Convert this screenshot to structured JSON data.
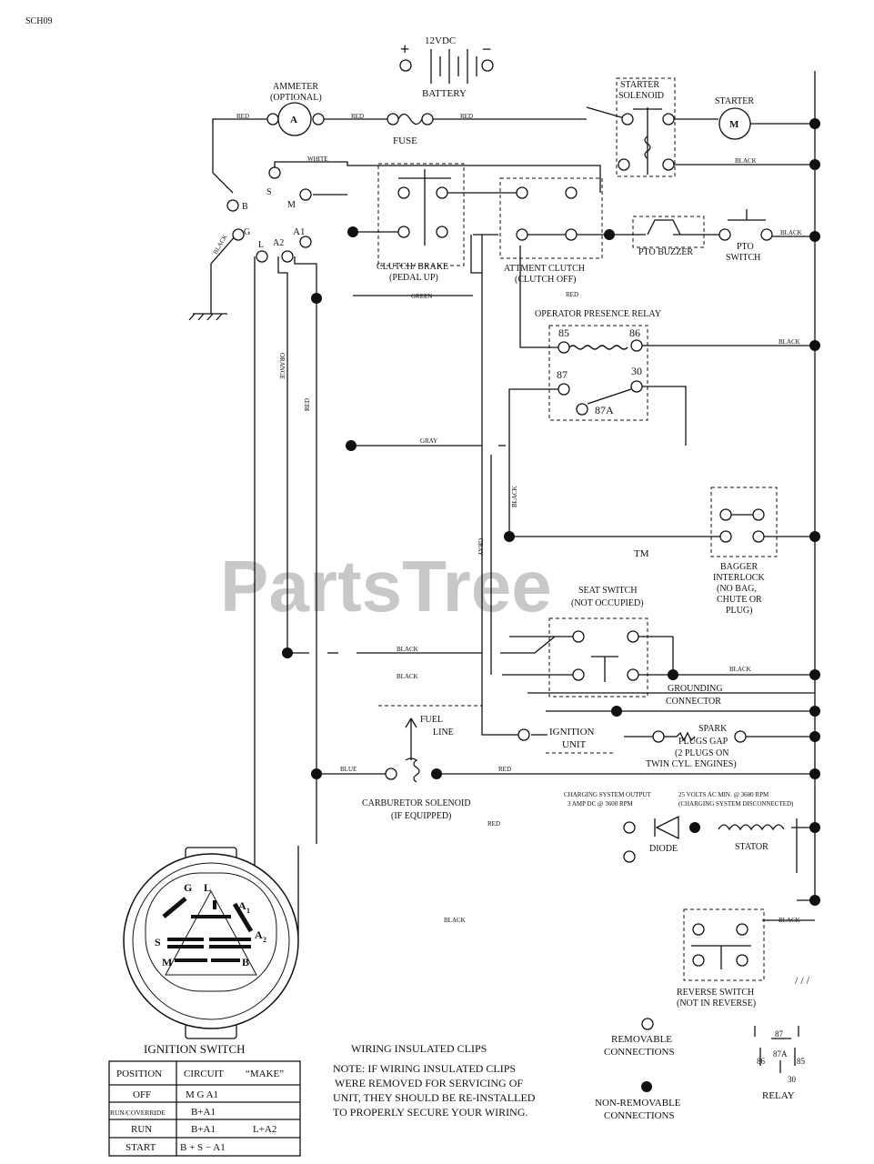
{
  "page_code": "SCH09",
  "watermark": {
    "text": "PartsTree",
    "tm": "TM"
  },
  "battery": {
    "voltage": "12VDC",
    "label": "BATTERY",
    "plus": "+",
    "minus": "−"
  },
  "components": {
    "ammeter": {
      "line1": "AMMETER",
      "line2": "(OPTIONAL)",
      "symbol": "A"
    },
    "fuse": "FUSE",
    "starter_solenoid": {
      "line1": "STARTER",
      "line2": "SOLENOID"
    },
    "starter": {
      "label": "STARTER",
      "symbol": "M"
    },
    "clutch_brake": {
      "line1": "CLUTCH/ BRAKE",
      "line2": "(PEDAL UP)"
    },
    "attment_clutch": {
      "line1": "ATTMENT CLUTCH",
      "line2": "(CLUTCH OFF)"
    },
    "pto_buzzer": "PTO BUZZER",
    "pto_switch": {
      "line1": "PTO",
      "line2": "SWITCH"
    },
    "relay_block": {
      "title": "OPERATOR PRESENCE RELAY",
      "t85": "85",
      "t86": "86",
      "t87": "87",
      "t30": "30",
      "t87a": "87A"
    },
    "bagger": {
      "line1": "BAGGER",
      "line2": "INTERLOCK",
      "line3": "(NO BAG,",
      "line4": "CHUTE OR",
      "line5": "PLUG)"
    },
    "seat_switch": {
      "line1": "SEAT SWITCH",
      "line2": "(NOT OCCUPIED)"
    },
    "grounding": {
      "line1": "GROUNDING",
      "line2": "CONNECTOR"
    },
    "fuel_line": {
      "line1": "FUEL",
      "line2": "LINE"
    },
    "ignition_unit": {
      "line1": "IGNITION",
      "line2": "UNIT"
    },
    "spark": {
      "line1": "SPARK",
      "line2": "PLUGS GAP",
      "line3": "(2 PLUGS ON",
      "line4": "TWIN CYL. ENGINES)"
    },
    "carb": {
      "line1": "CARBURETOR SOLENOID",
      "line2": "(IF EQUIPPED)"
    },
    "charging_left": {
      "line1": "CHARGING SYSTEM OUTPUT",
      "line2": "3 AMP DC @ 3600 RPM"
    },
    "charging_right": {
      "line1": "25 VOLTS AC MIN. @ 3600 RPM",
      "line2": "(CHARGING SYSTEM DISCONNECTED)"
    },
    "diode": "DIODE",
    "stator": "STATOR",
    "reverse_switch": {
      "line1": "REVERSE SWITCH",
      "line2": "(NOT IN REVERSE)"
    },
    "ignition_switch": {
      "title": "IGNITION SWITCH"
    }
  },
  "terminals": {
    "b": "B",
    "s": "S",
    "m": "M",
    "g": "G",
    "l": "L",
    "a2": "A2",
    "a1": "A1"
  },
  "switch_face": {
    "g": "G",
    "l": "L",
    "a1": "A",
    "a1_sub": "1",
    "a2": "A",
    "a2_sub": "2",
    "s": "S",
    "m": "M",
    "b": "B"
  },
  "wire_labels": {
    "red_ammeter": "RED",
    "red_fuse_in": "RED",
    "red_fuse_out": "RED",
    "white": "WHITE",
    "black_solenoid": "BLACK",
    "black_pto": "BLACK",
    "black_relay": "BLACK",
    "black_ground_sym": "BLACK",
    "green": "GREEN",
    "red_attment": "RED",
    "orange": "ORANGE",
    "red_vertical": "RED",
    "gray_horizontal": "GRAY",
    "gray_vertical": "GRAY",
    "black_vertical": "BLACK",
    "black_seat": "BLACK",
    "black_seat_lower": "BLACK",
    "black_ground": "BLACK",
    "blue": "BLUE",
    "red_carb": "RED",
    "red_carb_lower": "RED",
    "black_bottom": "BLACK",
    "black_reverse": "BLACK"
  },
  "ignition_table": {
    "headers": [
      "POSITION",
      "CIRCUIT",
      "“MAKE”"
    ],
    "rows": [
      {
        "position": "OFF",
        "make": "M  G  A1",
        "extra": ""
      },
      {
        "position": "RUN/COVERRIDE",
        "make": "B+A1",
        "extra": ""
      },
      {
        "position": "RUN",
        "make": "B+A1",
        "extra": "L+A2"
      },
      {
        "position": "START",
        "make": "B + S − A1",
        "extra": ""
      }
    ]
  },
  "clips_note": {
    "title": "WIRING INSULATED CLIPS",
    "lines": [
      "NOTE:  IF WIRING INSULATED CLIPS",
      "WERE REMOVED FOR SERVICING OF",
      " UNIT, THEY SHOULD BE RE-INSTALLED",
      "TO PROPERLY SECURE YOUR WIRING."
    ]
  },
  "legend": {
    "removable": {
      "line1": "REMOVABLE",
      "line2": "CONNECTIONS"
    },
    "non_removable": {
      "line1": "NON-REMOVABLE",
      "line2": "CONNECTIONS"
    }
  },
  "relay_legend": {
    "t87": "87",
    "t87a": "87A",
    "t86": "86",
    "t85": "85",
    "t30": "30",
    "label": "RELAY"
  }
}
